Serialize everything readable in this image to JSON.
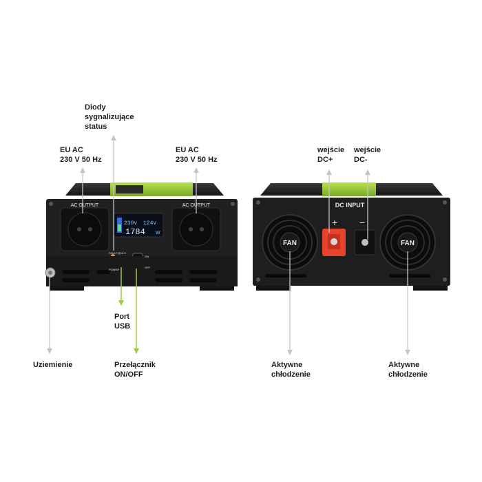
{
  "callouts": {
    "status_leds": "Diody\nsygnalizujące\nstatus",
    "eu_ac_left": "EU AC\n230 V 50 Hz",
    "eu_ac_right": "EU AC\n230 V 50 Hz",
    "dc_plus": "wejście\nDC+",
    "dc_minus": "wejście\nDC-",
    "usb_port": "Port\nUSB",
    "grounding": "Uziemienie",
    "power_switch": "Przełącznik\nON/OFF",
    "fan_left": "Aktywne\nchłodzenie",
    "fan_right": "Aktywne\nchłodzenie"
  },
  "device_front": {
    "ac_output_left": "AC OUTPUT",
    "ac_output_right": "AC OUTPUT",
    "display_line1_left": "230v",
    "display_line1_right": "124v",
    "display_line2": "1784",
    "display_unit": "W",
    "led_fault": "FAULT",
    "led_power": "POWER",
    "usb_label": "QC3.0",
    "switch_on": "ON",
    "switch_off": "OFF"
  },
  "device_back": {
    "dc_input": "DC INPUT",
    "plus_sign": "+",
    "minus_sign": "−",
    "fan_left": "FAN",
    "fan_right": "FAN"
  },
  "colors": {
    "accent_green": "#9ccb3b",
    "arrow_gray": "#c4c4c4",
    "terminal_red": "#e8432e",
    "case_black": "#1a1a1a"
  }
}
